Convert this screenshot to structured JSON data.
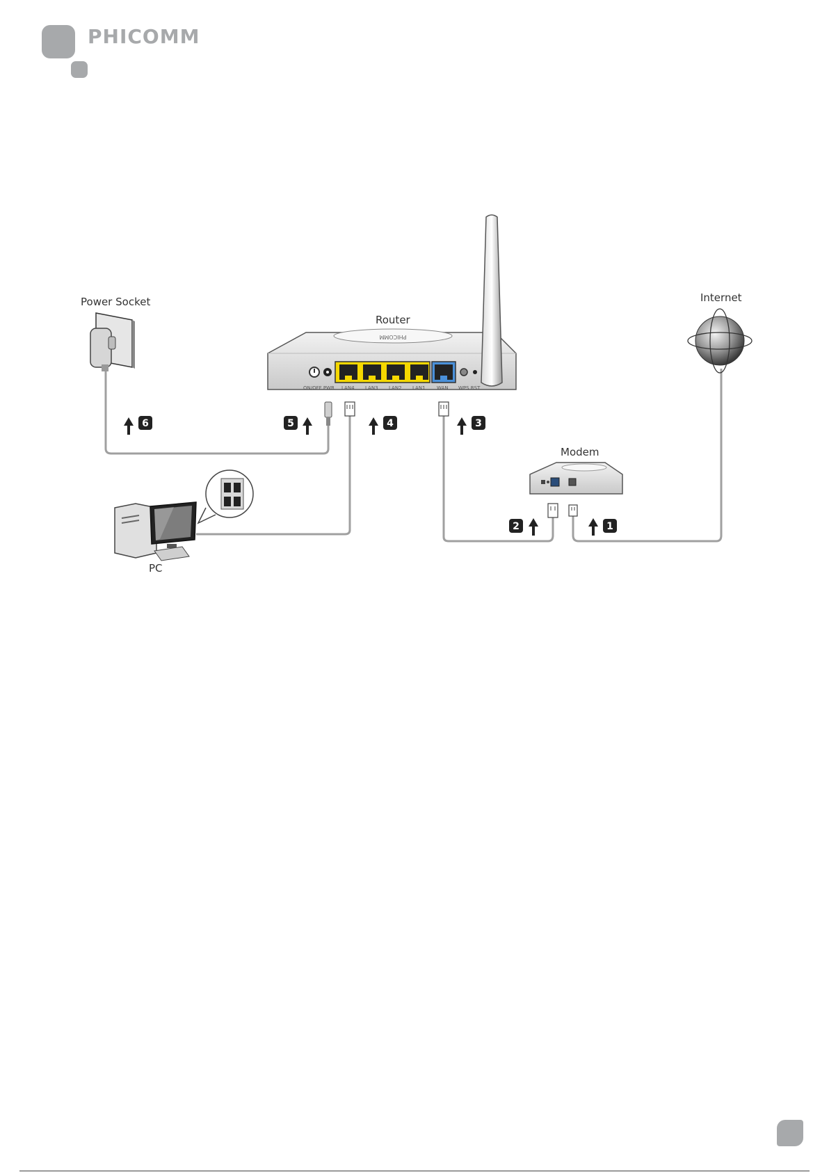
{
  "brand": {
    "name": "PHICOMM",
    "color": "#a7a9ab"
  },
  "labels": {
    "power_socket": "Power Socket",
    "router": "Router",
    "internet": "Internet",
    "modem": "Modem",
    "pc": "PC"
  },
  "router_ports": {
    "power": "ON/OFF PWR",
    "lan4": "LAN4",
    "lan3": "LAN3",
    "lan2": "LAN2",
    "lan1": "LAN1",
    "wan": "WAN",
    "wps_rst": "WPS RST"
  },
  "steps": [
    "1",
    "2",
    "3",
    "4",
    "5",
    "6"
  ],
  "colors": {
    "lan_port": "#f5d800",
    "wan_port": "#4a90d9",
    "cable": "#a0a0a0",
    "badge": "#222222"
  }
}
